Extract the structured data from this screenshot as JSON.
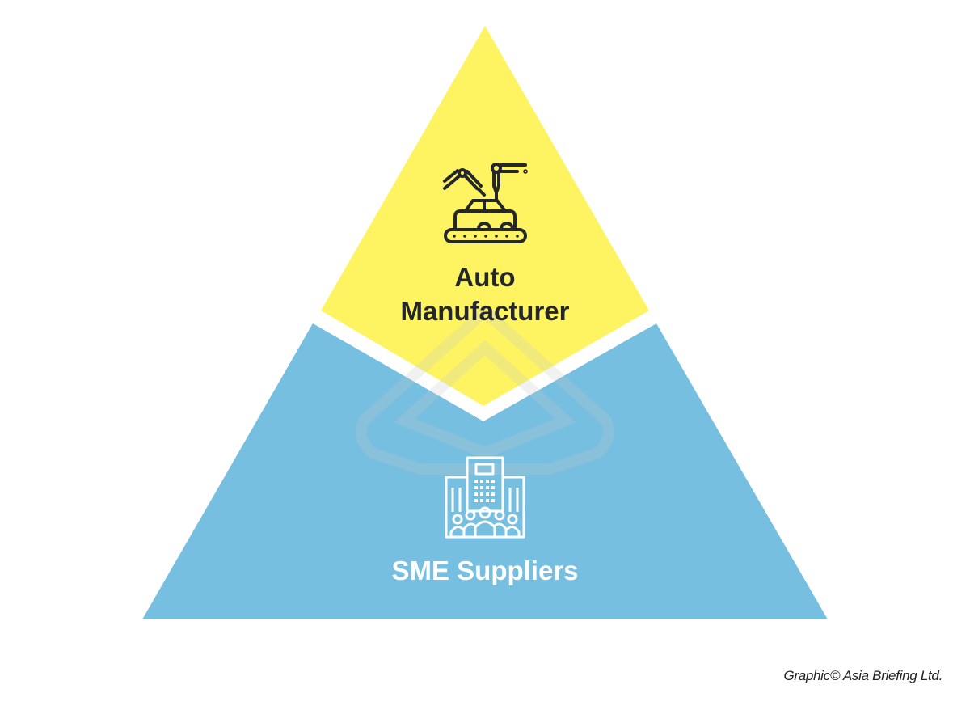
{
  "top_tier": {
    "label_line1": "Auto",
    "label_line2": "Manufacturer",
    "icon": "robotic-car-assembly-icon",
    "color": "#fef462"
  },
  "bottom_tier": {
    "label": "SME Suppliers",
    "icon": "buildings-and-people-icon",
    "color": "#76bfe0"
  },
  "credit": "Graphic© Asia Briefing Ltd.",
  "text_color_dark": "#23272b"
}
